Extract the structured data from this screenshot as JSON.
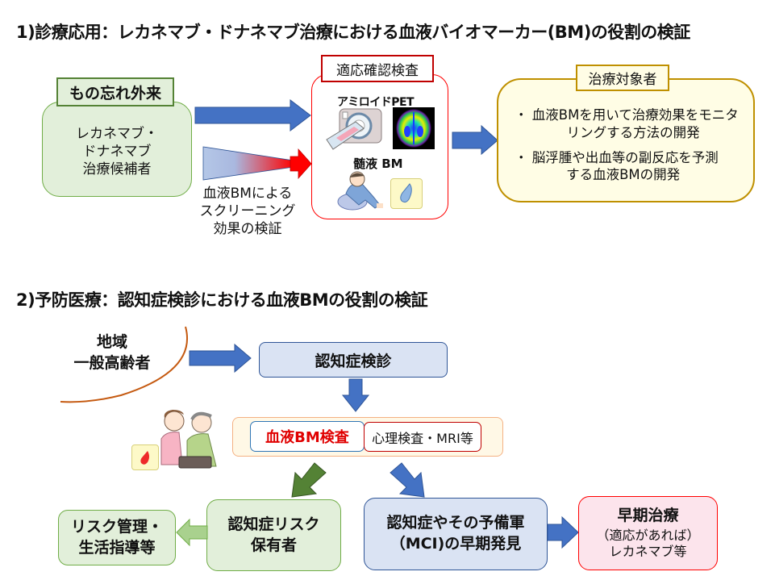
{
  "section1": {
    "title": "1)診療応用：レカネマブ・ドナネマブ治療における血液バイオマーカー(BM)の役割の検証",
    "memory_clinic": {
      "tag": "もの忘れ外来",
      "lines": [
        "レカネマブ・",
        "ドナネマブ",
        "治療候補者"
      ]
    },
    "screening_label": [
      "血液BMによる",
      "スクリーニング",
      "効果の検証"
    ],
    "indication_test": {
      "tag": "適応確認検査",
      "pet_label": "アミロイドPET",
      "csf_label": "髄液 BM"
    },
    "treatment_target": {
      "tag": "治療対象者",
      "bullets": [
        [
          "・ 血液BMを用いて治療効果をモニタ",
          "　リングする方法の開発"
        ],
        [
          "・ 脳浮腫や出血等の副反応を予測",
          "　する血液BMの開発"
        ]
      ]
    }
  },
  "section2": {
    "title": "2)予防医療：認知症検診における血液BMの役割の検証",
    "community": [
      "地域",
      "一般高齢者"
    ],
    "screening_exam": "認知症検診",
    "blood_bm_test": "血液BM検査",
    "psych_mri": "心理検査・MRI等",
    "risk_holder": [
      "認知症リスク",
      "保有者"
    ],
    "risk_management": [
      "リスク管理・",
      "生活指導等"
    ],
    "early_detection": [
      "認知症やその予備軍",
      "（MCI)の早期発見"
    ],
    "early_treatment": {
      "title": "早期治療",
      "lines": [
        "（適応があれば）",
        "レカネマブ等"
      ]
    }
  },
  "colors": {
    "blue_arrow": "#4472c4",
    "red_arrow": "#ff0000",
    "green_arrow": "#548235",
    "light_green_arrow": "#a9d18e",
    "green_box_fill": "#e2efda",
    "green_border": "#548235",
    "red_border": "#c00000",
    "gold_border": "#bf9000",
    "cream_fill": "#fffde5",
    "blue_box_fill": "#dae3f3",
    "pink_fill": "#fce4ec",
    "orange_curve": "#c55a11"
  }
}
